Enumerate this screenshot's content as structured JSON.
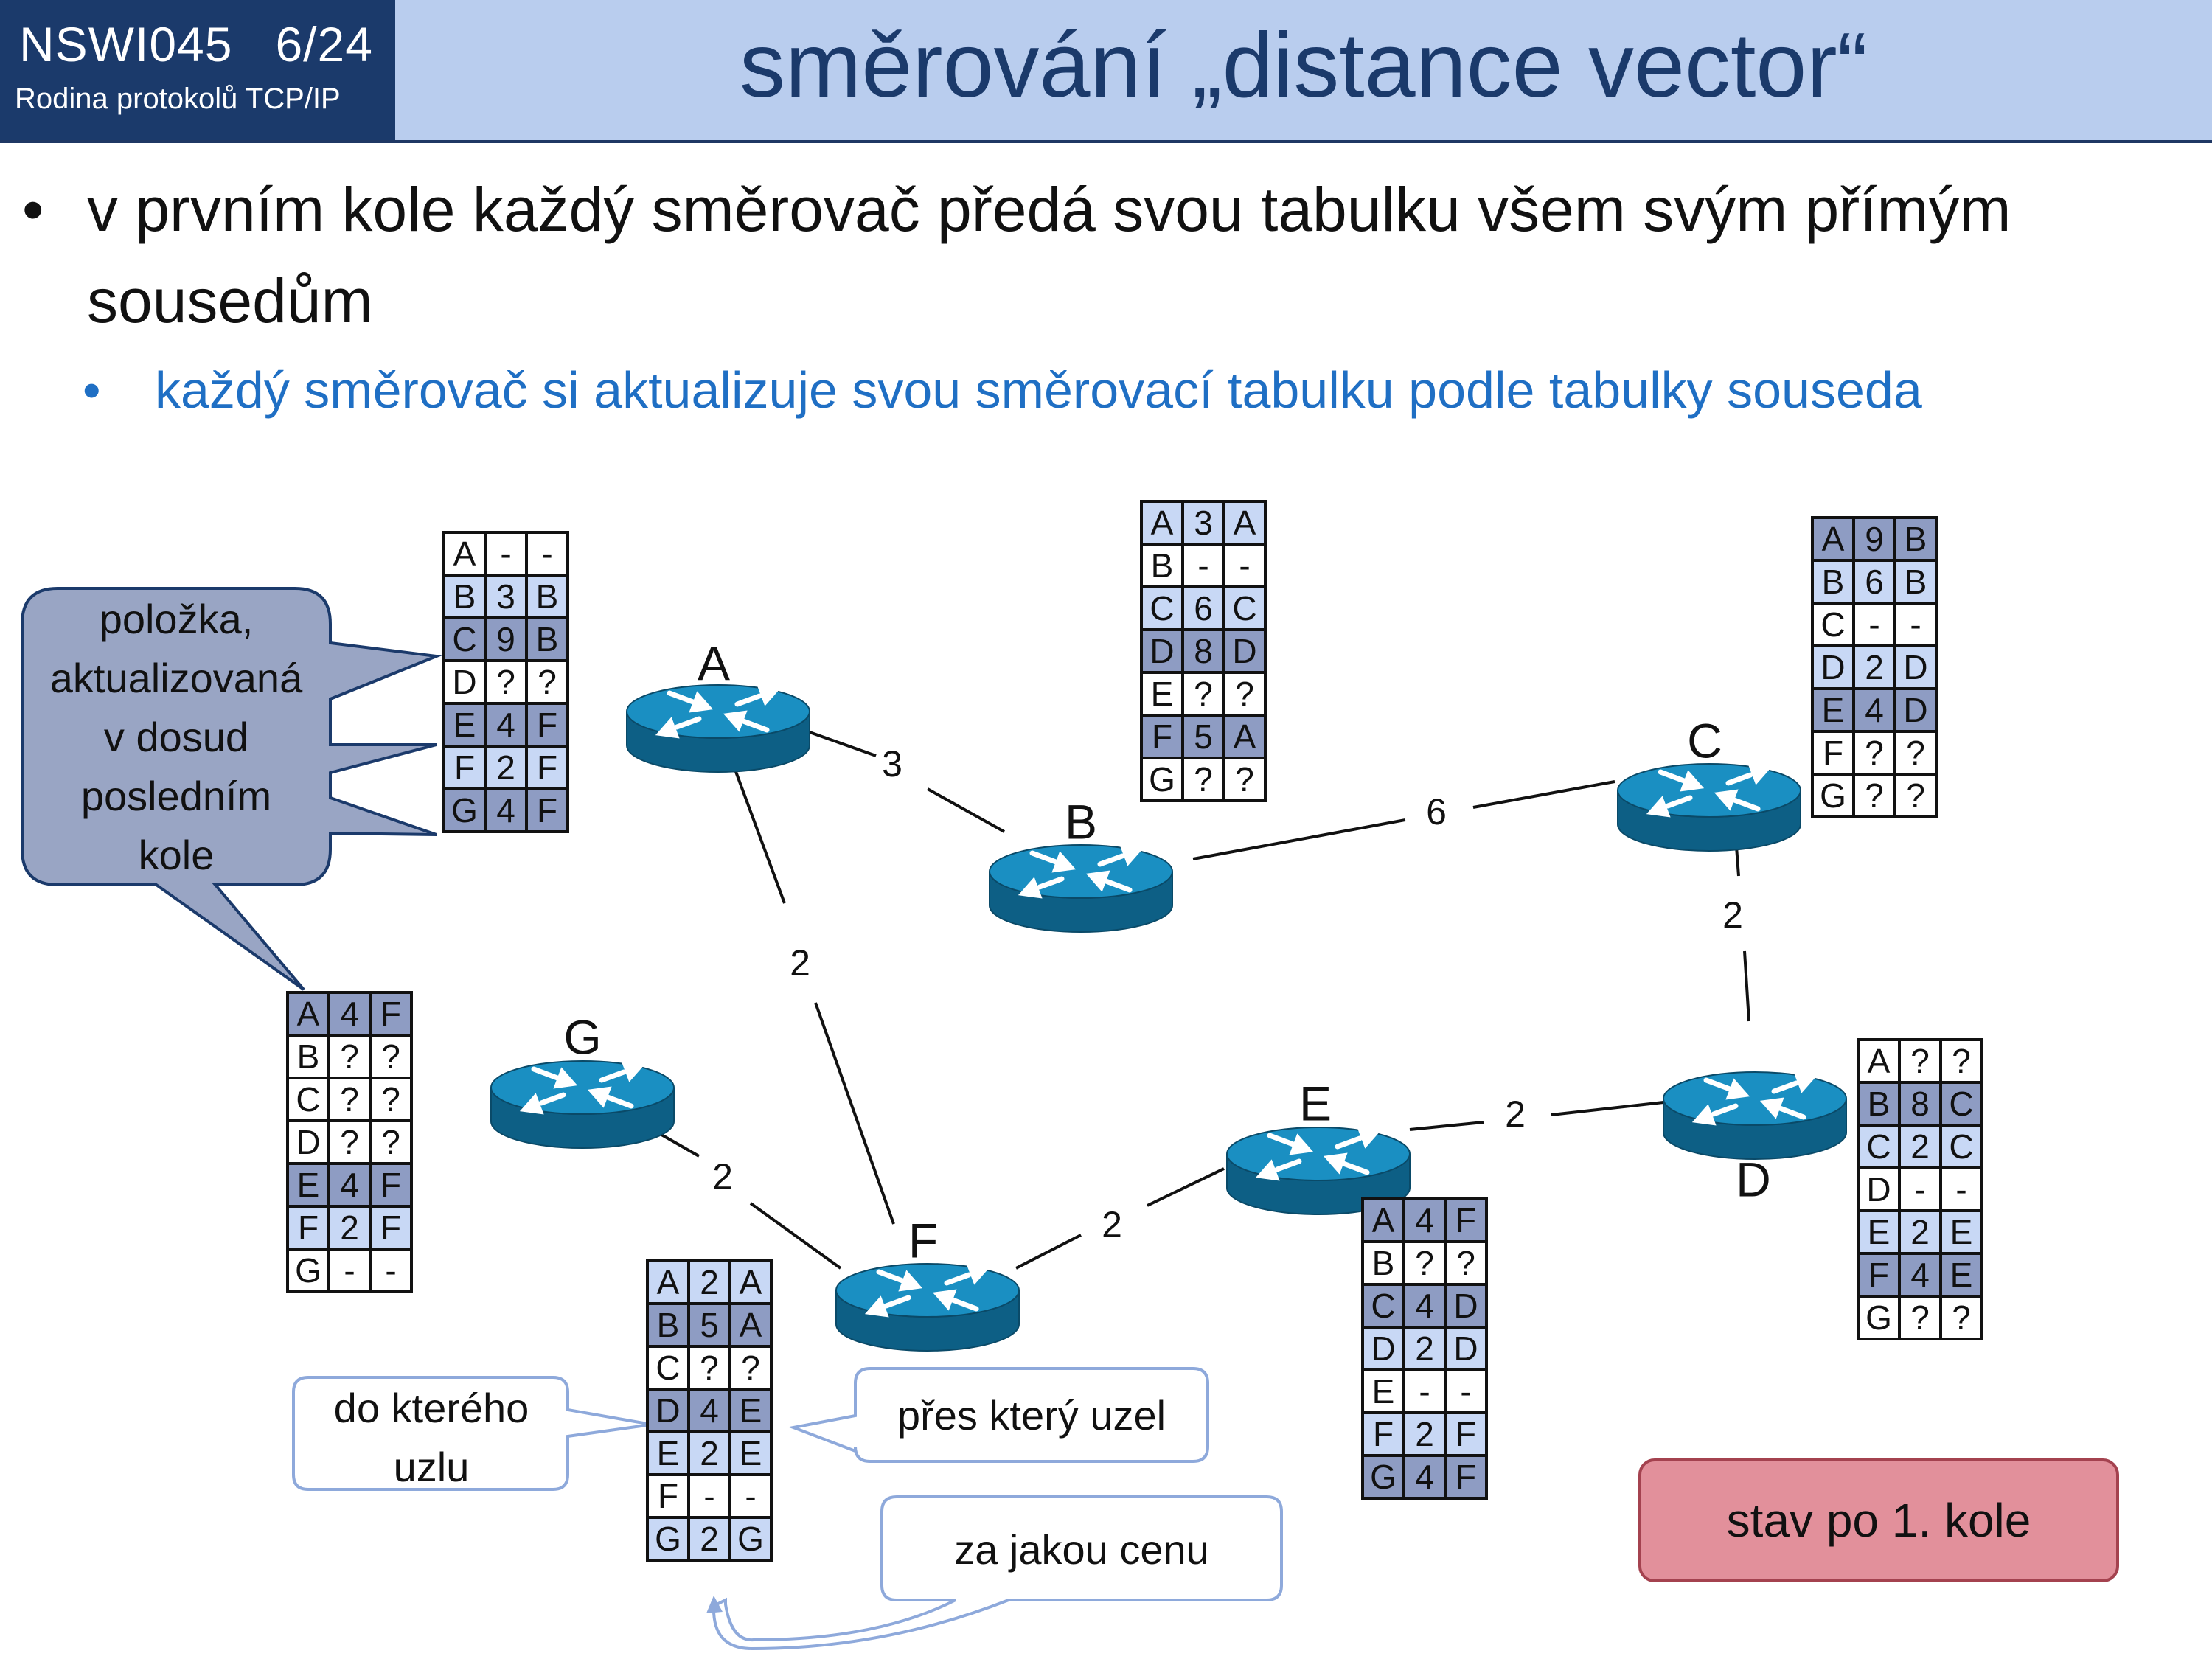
{
  "header": {
    "course_code": "NSWI045   6/24",
    "course_subtitle": "Rodina protokolů TCP/IP",
    "title": "směrování „distance vector“"
  },
  "bullets": {
    "main": "v prvním kole každý směrovač předá svou tabulku všem svým přímým sousedům",
    "sub": "každý směrovač si aktualizuje svou směrovací tabulku podle tabulky souseda"
  },
  "colors": {
    "header_band": "#b9cdee",
    "course_box": "#1b3a6b",
    "router_blue": "#1a8fc2",
    "router_dark": "#0d5f85",
    "cell_initial": "#c8d8f5",
    "cell_updated": "#8e9cc3",
    "callout_fill": "#99a5c4",
    "state_fill": "#e2909b",
    "subbullet_text": "#1f6fc4"
  },
  "network": {
    "routers": [
      {
        "id": "A",
        "label": "A"
      },
      {
        "id": "B",
        "label": "B"
      },
      {
        "id": "C",
        "label": "C"
      },
      {
        "id": "D",
        "label": "D"
      },
      {
        "id": "E",
        "label": "E"
      },
      {
        "id": "F",
        "label": "F"
      },
      {
        "id": "G",
        "label": "G"
      }
    ],
    "links": [
      {
        "from": "A",
        "to": "B",
        "cost": "3"
      },
      {
        "from": "A",
        "to": "F",
        "cost": "2"
      },
      {
        "from": "B",
        "to": "C",
        "cost": "6"
      },
      {
        "from": "C",
        "to": "D",
        "cost": "2"
      },
      {
        "from": "D",
        "to": "E",
        "cost": "2"
      },
      {
        "from": "E",
        "to": "F",
        "cost": "2"
      },
      {
        "from": "G",
        "to": "F",
        "cost": "2"
      }
    ]
  },
  "tables": {
    "A": [
      {
        "dest": "A",
        "cost": "-",
        "via": "-",
        "status": "self"
      },
      {
        "dest": "B",
        "cost": "3",
        "via": "B",
        "status": "initial"
      },
      {
        "dest": "C",
        "cost": "9",
        "via": "B",
        "status": "updated"
      },
      {
        "dest": "D",
        "cost": "?",
        "via": "?",
        "status": "unknown"
      },
      {
        "dest": "E",
        "cost": "4",
        "via": "F",
        "status": "updated"
      },
      {
        "dest": "F",
        "cost": "2",
        "via": "F",
        "status": "initial"
      },
      {
        "dest": "G",
        "cost": "4",
        "via": "F",
        "status": "updated"
      }
    ],
    "B": [
      {
        "dest": "A",
        "cost": "3",
        "via": "A",
        "status": "initial"
      },
      {
        "dest": "B",
        "cost": "-",
        "via": "-",
        "status": "self"
      },
      {
        "dest": "C",
        "cost": "6",
        "via": "C",
        "status": "initial"
      },
      {
        "dest": "D",
        "cost": "8",
        "via": "D",
        "status": "updated"
      },
      {
        "dest": "E",
        "cost": "?",
        "via": "?",
        "status": "unknown"
      },
      {
        "dest": "F",
        "cost": "5",
        "via": "A",
        "status": "updated"
      },
      {
        "dest": "G",
        "cost": "?",
        "via": "?",
        "status": "unknown"
      }
    ],
    "C": [
      {
        "dest": "A",
        "cost": "9",
        "via": "B",
        "status": "updated"
      },
      {
        "dest": "B",
        "cost": "6",
        "via": "B",
        "status": "initial"
      },
      {
        "dest": "C",
        "cost": "-",
        "via": "-",
        "status": "self"
      },
      {
        "dest": "D",
        "cost": "2",
        "via": "D",
        "status": "initial"
      },
      {
        "dest": "E",
        "cost": "4",
        "via": "D",
        "status": "updated"
      },
      {
        "dest": "F",
        "cost": "?",
        "via": "?",
        "status": "unknown"
      },
      {
        "dest": "G",
        "cost": "?",
        "via": "?",
        "status": "unknown"
      }
    ],
    "D": [
      {
        "dest": "A",
        "cost": "?",
        "via": "?",
        "status": "unknown"
      },
      {
        "dest": "B",
        "cost": "8",
        "via": "C",
        "status": "updated"
      },
      {
        "dest": "C",
        "cost": "2",
        "via": "C",
        "status": "initial"
      },
      {
        "dest": "D",
        "cost": "-",
        "via": "-",
        "status": "self"
      },
      {
        "dest": "E",
        "cost": "2",
        "via": "E",
        "status": "initial"
      },
      {
        "dest": "F",
        "cost": "4",
        "via": "E",
        "status": "updated"
      },
      {
        "dest": "G",
        "cost": "?",
        "via": "?",
        "status": "unknown"
      }
    ],
    "E": [
      {
        "dest": "A",
        "cost": "4",
        "via": "F",
        "status": "updated"
      },
      {
        "dest": "B",
        "cost": "?",
        "via": "?",
        "status": "unknown"
      },
      {
        "dest": "C",
        "cost": "4",
        "via": "D",
        "status": "updated"
      },
      {
        "dest": "D",
        "cost": "2",
        "via": "D",
        "status": "initial"
      },
      {
        "dest": "E",
        "cost": "-",
        "via": "-",
        "status": "self"
      },
      {
        "dest": "F",
        "cost": "2",
        "via": "F",
        "status": "initial"
      },
      {
        "dest": "G",
        "cost": "4",
        "via": "F",
        "status": "updated"
      }
    ],
    "F": [
      {
        "dest": "A",
        "cost": "2",
        "via": "A",
        "status": "initial"
      },
      {
        "dest": "B",
        "cost": "5",
        "via": "A",
        "status": "updated"
      },
      {
        "dest": "C",
        "cost": "?",
        "via": "?",
        "status": "unknown"
      },
      {
        "dest": "D",
        "cost": "4",
        "via": "E",
        "status": "updated"
      },
      {
        "dest": "E",
        "cost": "2",
        "via": "E",
        "status": "initial"
      },
      {
        "dest": "F",
        "cost": "-",
        "via": "-",
        "status": "self"
      },
      {
        "dest": "G",
        "cost": "2",
        "via": "G",
        "status": "initial"
      }
    ],
    "G": [
      {
        "dest": "A",
        "cost": "4",
        "via": "F",
        "status": "updated"
      },
      {
        "dest": "B",
        "cost": "?",
        "via": "?",
        "status": "unknown"
      },
      {
        "dest": "C",
        "cost": "?",
        "via": "?",
        "status": "unknown"
      },
      {
        "dest": "D",
        "cost": "?",
        "via": "?",
        "status": "unknown"
      },
      {
        "dest": "E",
        "cost": "4",
        "via": "F",
        "status": "updated"
      },
      {
        "dest": "F",
        "cost": "2",
        "via": "F",
        "status": "initial"
      },
      {
        "dest": "G",
        "cost": "-",
        "via": "-",
        "status": "self"
      }
    ]
  },
  "callouts": {
    "updated": {
      "lines": [
        "položka,",
        "aktualizovaná",
        "v dosud",
        "posledním",
        "kole"
      ]
    },
    "dest": {
      "lines": [
        "do kterého",
        "uzlu"
      ]
    },
    "via": {
      "lines": [
        "přes který uzel"
      ]
    },
    "cost": {
      "lines": [
        "za jakou cenu"
      ]
    }
  },
  "state_label": "stav po 1. kole"
}
